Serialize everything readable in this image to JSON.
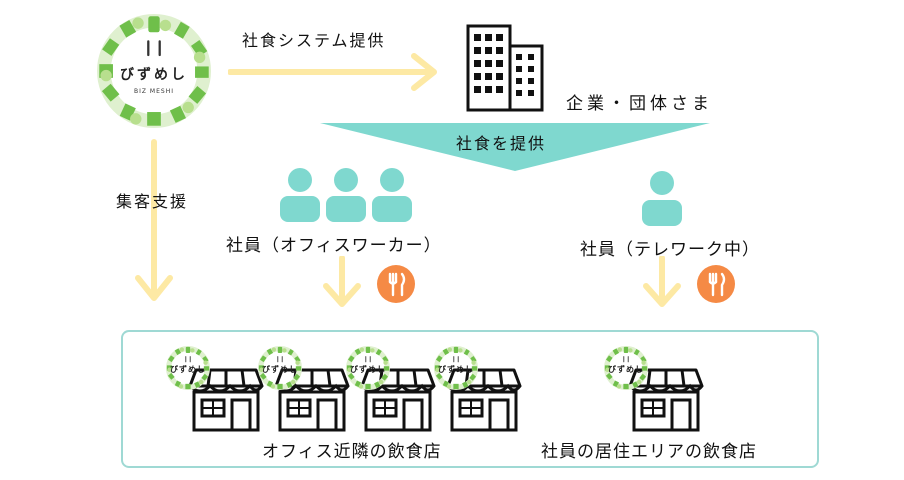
{
  "logo": {
    "name": "びずめし",
    "sub": "BIZ MESHI"
  },
  "labels": {
    "provide_system": "社食システム提供",
    "companies": "企業・団体さま",
    "provide_meals": "社食を提供",
    "customer_support": "集客支援",
    "office_workers": "社員（オフィスワーカー）",
    "teleworkers": "社員（テレワーク中）",
    "office_restaurants": "オフィス近隣の飲食店",
    "home_restaurants": "社員の居住エリアの飲食店"
  },
  "icons": {
    "logo": "bizmeshi-logo-icon",
    "building": "office-building-icon",
    "people": "people-icon",
    "person": "person-icon",
    "meal": "fork-knife-icon",
    "shop": "shop-icon"
  },
  "colors": {
    "arrow_yellow": "#fde9a4",
    "teal": "#7fd8cf",
    "region_border": "#9fd9d4",
    "orange": "#f58a45",
    "logo_green": "#6fbf4a"
  }
}
